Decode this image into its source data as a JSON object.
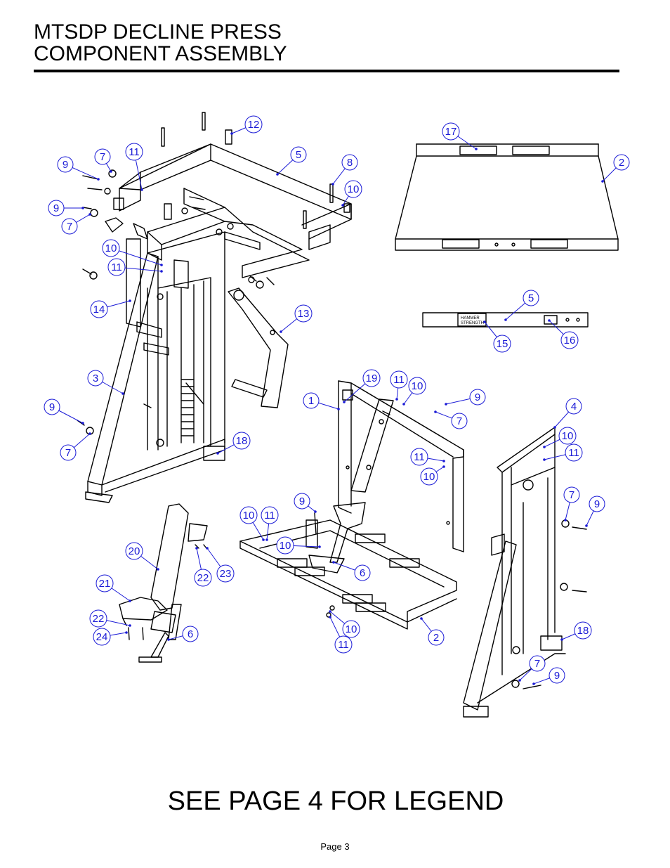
{
  "header": {
    "title_line1": "MTSDP DECLINE PRESS",
    "title_line2": "COMPONENT ASSEMBLY"
  },
  "footer": {
    "legend_note": "SEE PAGE 4 FOR LEGEND",
    "page_label": "Page 3"
  },
  "decal_text": {
    "hammer_line1": "HAMMER",
    "hammer_line2": "STRENGTH"
  },
  "callouts": [
    {
      "id": "c12",
      "label": "12"
    },
    {
      "id": "c17",
      "label": "17"
    },
    {
      "id": "c2a",
      "label": "2"
    },
    {
      "id": "c9a",
      "label": "9"
    },
    {
      "id": "c7a",
      "label": "7"
    },
    {
      "id": "c11a",
      "label": "11"
    },
    {
      "id": "c5a",
      "label": "5"
    },
    {
      "id": "c8",
      "label": "8"
    },
    {
      "id": "c10a",
      "label": "10"
    },
    {
      "id": "c9b",
      "label": "9"
    },
    {
      "id": "c7b",
      "label": "7"
    },
    {
      "id": "c10b",
      "label": "10"
    },
    {
      "id": "c11b",
      "label": "11"
    },
    {
      "id": "c5b",
      "label": "5"
    },
    {
      "id": "c14",
      "label": "14"
    },
    {
      "id": "c13",
      "label": "13"
    },
    {
      "id": "c15",
      "label": "15"
    },
    {
      "id": "c16",
      "label": "16"
    },
    {
      "id": "c3",
      "label": "3"
    },
    {
      "id": "c19",
      "label": "19"
    },
    {
      "id": "c11c",
      "label": "11"
    },
    {
      "id": "c10c",
      "label": "10"
    },
    {
      "id": "c9c",
      "label": "9"
    },
    {
      "id": "c1",
      "label": "1"
    },
    {
      "id": "c7c",
      "label": "7"
    },
    {
      "id": "c4",
      "label": "4"
    },
    {
      "id": "c9d",
      "label": "9"
    },
    {
      "id": "c7d",
      "label": "7"
    },
    {
      "id": "c18a",
      "label": "18"
    },
    {
      "id": "c11d",
      "label": "11"
    },
    {
      "id": "c10d",
      "label": "10"
    },
    {
      "id": "c10e",
      "label": "10"
    },
    {
      "id": "c11e",
      "label": "11"
    },
    {
      "id": "c7e",
      "label": "7"
    },
    {
      "id": "c9e",
      "label": "9"
    },
    {
      "id": "c10f",
      "label": "10"
    },
    {
      "id": "c11f",
      "label": "11"
    },
    {
      "id": "c9f",
      "label": "9"
    },
    {
      "id": "c10g",
      "label": "10"
    },
    {
      "id": "c20",
      "label": "20"
    },
    {
      "id": "c6a",
      "label": "6"
    },
    {
      "id": "c21",
      "label": "21"
    },
    {
      "id": "c22a",
      "label": "22"
    },
    {
      "id": "c23",
      "label": "23"
    },
    {
      "id": "c22b",
      "label": "22"
    },
    {
      "id": "c24",
      "label": "24"
    },
    {
      "id": "c6b",
      "label": "6"
    },
    {
      "id": "c10h",
      "label": "10"
    },
    {
      "id": "c11g",
      "label": "11"
    },
    {
      "id": "c2b",
      "label": "2"
    },
    {
      "id": "c18b",
      "label": "18"
    },
    {
      "id": "c7f",
      "label": "7"
    },
    {
      "id": "c9g",
      "label": "9"
    }
  ]
}
